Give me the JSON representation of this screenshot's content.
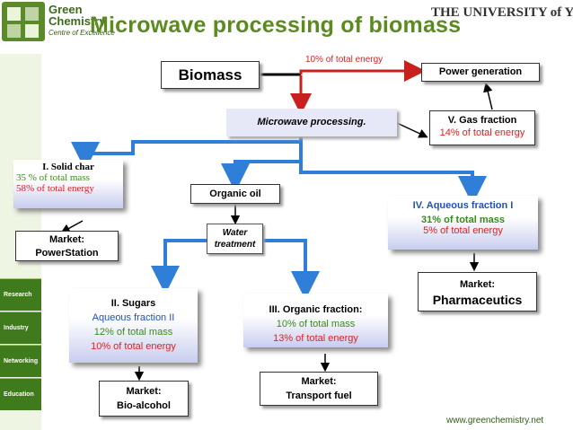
{
  "header": {
    "logo_line1": "Green",
    "logo_line2": "Chemistry",
    "logo_line3": "Centre of Excellence",
    "title": "Microwave processing of biomass",
    "university": "THE UNIVERSITY of York"
  },
  "sidebar": {
    "items": [
      "Research",
      "Industry",
      "Networking",
      "Education"
    ]
  },
  "diagram": {
    "biomass": "Biomass",
    "energy_share": "10% of total energy",
    "power_generation": "Power generation",
    "microwave_processing": "Microwave processing.",
    "gas_fraction": {
      "title": "V. Gas fraction",
      "energy": "14% of total energy"
    },
    "solid_char": {
      "title": "I. Solid char",
      "mass": "35 % of total mass",
      "energy": "58% of total energy"
    },
    "organic_oil": "Organic oil",
    "aqueous_fraction_1": {
      "title": "IV. Aqueous fraction I",
      "mass": "31% of total mass",
      "energy": "5% of total energy"
    },
    "water_treatment": {
      "line1": "Water",
      "line2": "treatment"
    },
    "market_power": {
      "line1": "Market:",
      "line2": "PowerStation"
    },
    "market_pharma": {
      "line1": "Market:",
      "line2": "Pharmaceutics"
    },
    "sugars": {
      "title": "II. Sugars",
      "subtitle": "Aqueous fraction II",
      "mass": "12% of total mass",
      "energy": "10% of total energy"
    },
    "organic_fraction": {
      "title": "III. Organic fraction:",
      "mass": "10% of total mass",
      "energy": "13% of total energy"
    },
    "market_bioalcohol": {
      "line1": "Market:",
      "line2": "Bio-alcohol"
    },
    "market_transport": {
      "line1": "Market:",
      "line2": "Transport fuel"
    }
  },
  "footer": {
    "website": "www.greenchemistry.net"
  },
  "colors": {
    "accent_green": "#5b8a1f",
    "red": "#e02020",
    "arrow_blue": "#2f7fd8",
    "arrow_red": "#c8201c",
    "text_blue": "#1f4fbf",
    "text_green": "#3a8a1a"
  }
}
